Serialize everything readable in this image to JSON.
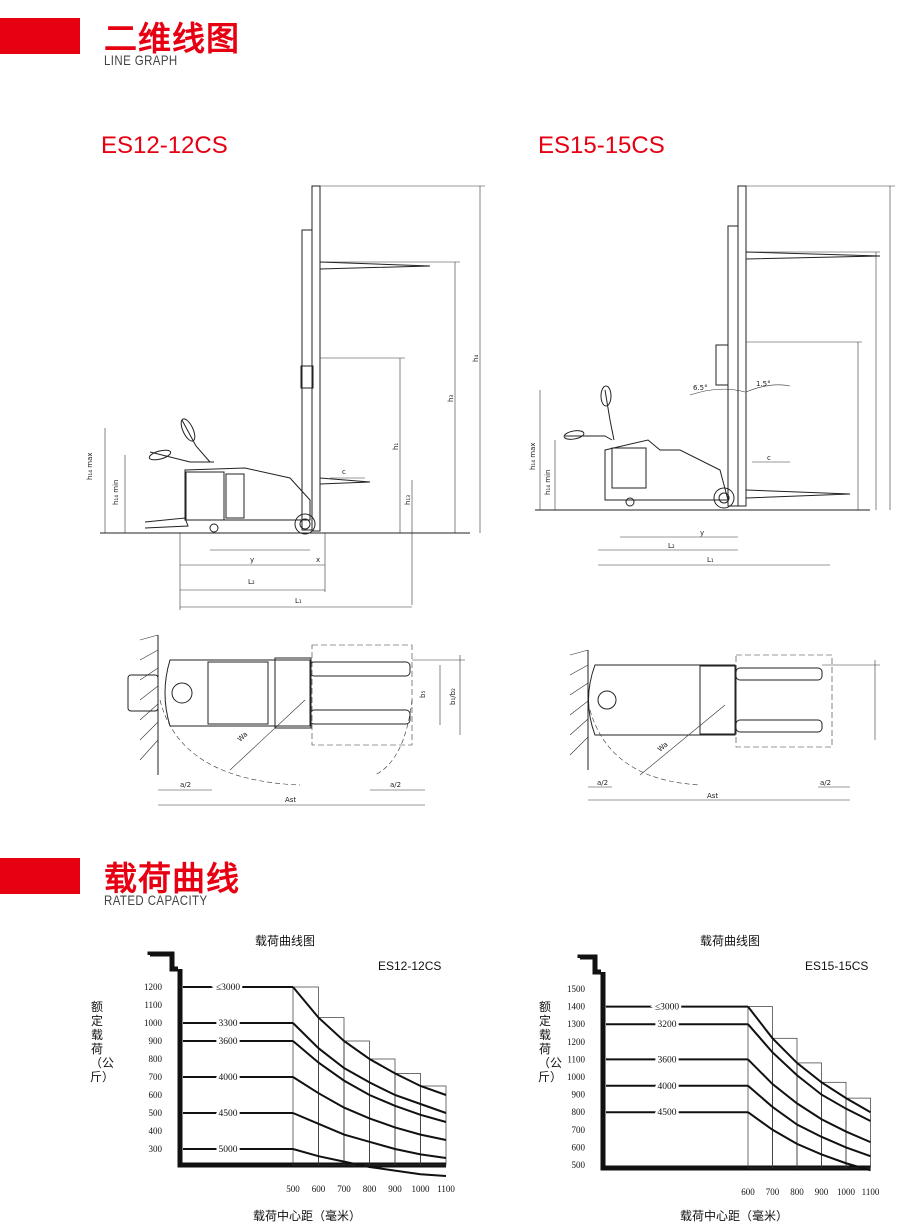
{
  "section_line": {
    "title_zh": "二维线图",
    "title_en": "LINE GRAPH"
  },
  "section_capacity": {
    "title_zh": "载荷曲线",
    "title_en": "RATED CAPACITY"
  },
  "drawings": {
    "left_model": "ES12-12CS",
    "right_model": "ES15-15CS"
  },
  "capacity_charts": [
    {
      "title": "载荷曲线图",
      "model": "ES12-12CS",
      "ylabel": "额定载荷（公斤）",
      "xlabel": "载荷中心距（毫米）",
      "y_ticks": [
        "1200",
        "1100",
        "1000",
        "900",
        "800",
        "700",
        "600",
        "500",
        "400",
        "300"
      ],
      "x_ticks": [
        "500",
        "600",
        "700",
        "800",
        "900",
        "1000",
        "1100"
      ],
      "heights": [
        "≤3000",
        "3300",
        "3600",
        "4000",
        "4500",
        "5000"
      ]
    },
    {
      "title": "载荷曲线图",
      "model": "ES15-15CS",
      "ylabel": "额定载荷（公斤）",
      "xlabel": "载荷中心距（毫米）",
      "y_ticks": [
        "1500",
        "1400",
        "1300",
        "1200",
        "1100",
        "1000",
        "900",
        "800",
        "700",
        "600",
        "500"
      ],
      "x_ticks": [
        "600",
        "700",
        "800",
        "900",
        "1000",
        "1100"
      ],
      "heights": [
        "≤3000",
        "3200",
        "3600",
        "4000",
        "4500"
      ]
    }
  ],
  "chart_data": [
    {
      "type": "line",
      "title": "载荷曲线图",
      "subtitle": "ES12-12CS",
      "xlabel": "载荷中心距（毫米）",
      "ylabel": "额定载荷（公斤）",
      "x": [
        500,
        600,
        700,
        800,
        900,
        1000,
        1100
      ],
      "series": [
        {
          "name": "≤3000",
          "values": [
            1200,
            1030,
            900,
            800,
            720,
            650,
            600
          ]
        },
        {
          "name": "3300",
          "values": [
            1000,
            860,
            750,
            670,
            600,
            550,
            500
          ]
        },
        {
          "name": "3600",
          "values": [
            900,
            780,
            680,
            600,
            540,
            490,
            450
          ]
        },
        {
          "name": "4000",
          "values": [
            700,
            610,
            530,
            470,
            420,
            380,
            350
          ]
        },
        {
          "name": "4500",
          "values": [
            500,
            440,
            380,
            340,
            300,
            270,
            250
          ]
        },
        {
          "name": "5000",
          "values": [
            300,
            260,
            230,
            200,
            180,
            160,
            150
          ]
        }
      ]
    },
    {
      "type": "line",
      "title": "载荷曲线图",
      "subtitle": "ES15-15CS",
      "xlabel": "载荷中心距（毫米）",
      "ylabel": "额定载荷（公斤）",
      "x": [
        600,
        700,
        800,
        900,
        1000,
        1100
      ],
      "series": [
        {
          "name": "≤3000",
          "values": [
            1400,
            1220,
            1080,
            970,
            880,
            800
          ]
        },
        {
          "name": "3200",
          "values": [
            1300,
            1140,
            1010,
            900,
            820,
            750
          ]
        },
        {
          "name": "3600",
          "values": [
            1100,
            960,
            850,
            760,
            690,
            630
          ]
        },
        {
          "name": "4000",
          "values": [
            950,
            830,
            730,
            660,
            600,
            550
          ]
        },
        {
          "name": "4500",
          "values": [
            800,
            700,
            620,
            560,
            510,
            470
          ]
        }
      ]
    }
  ]
}
